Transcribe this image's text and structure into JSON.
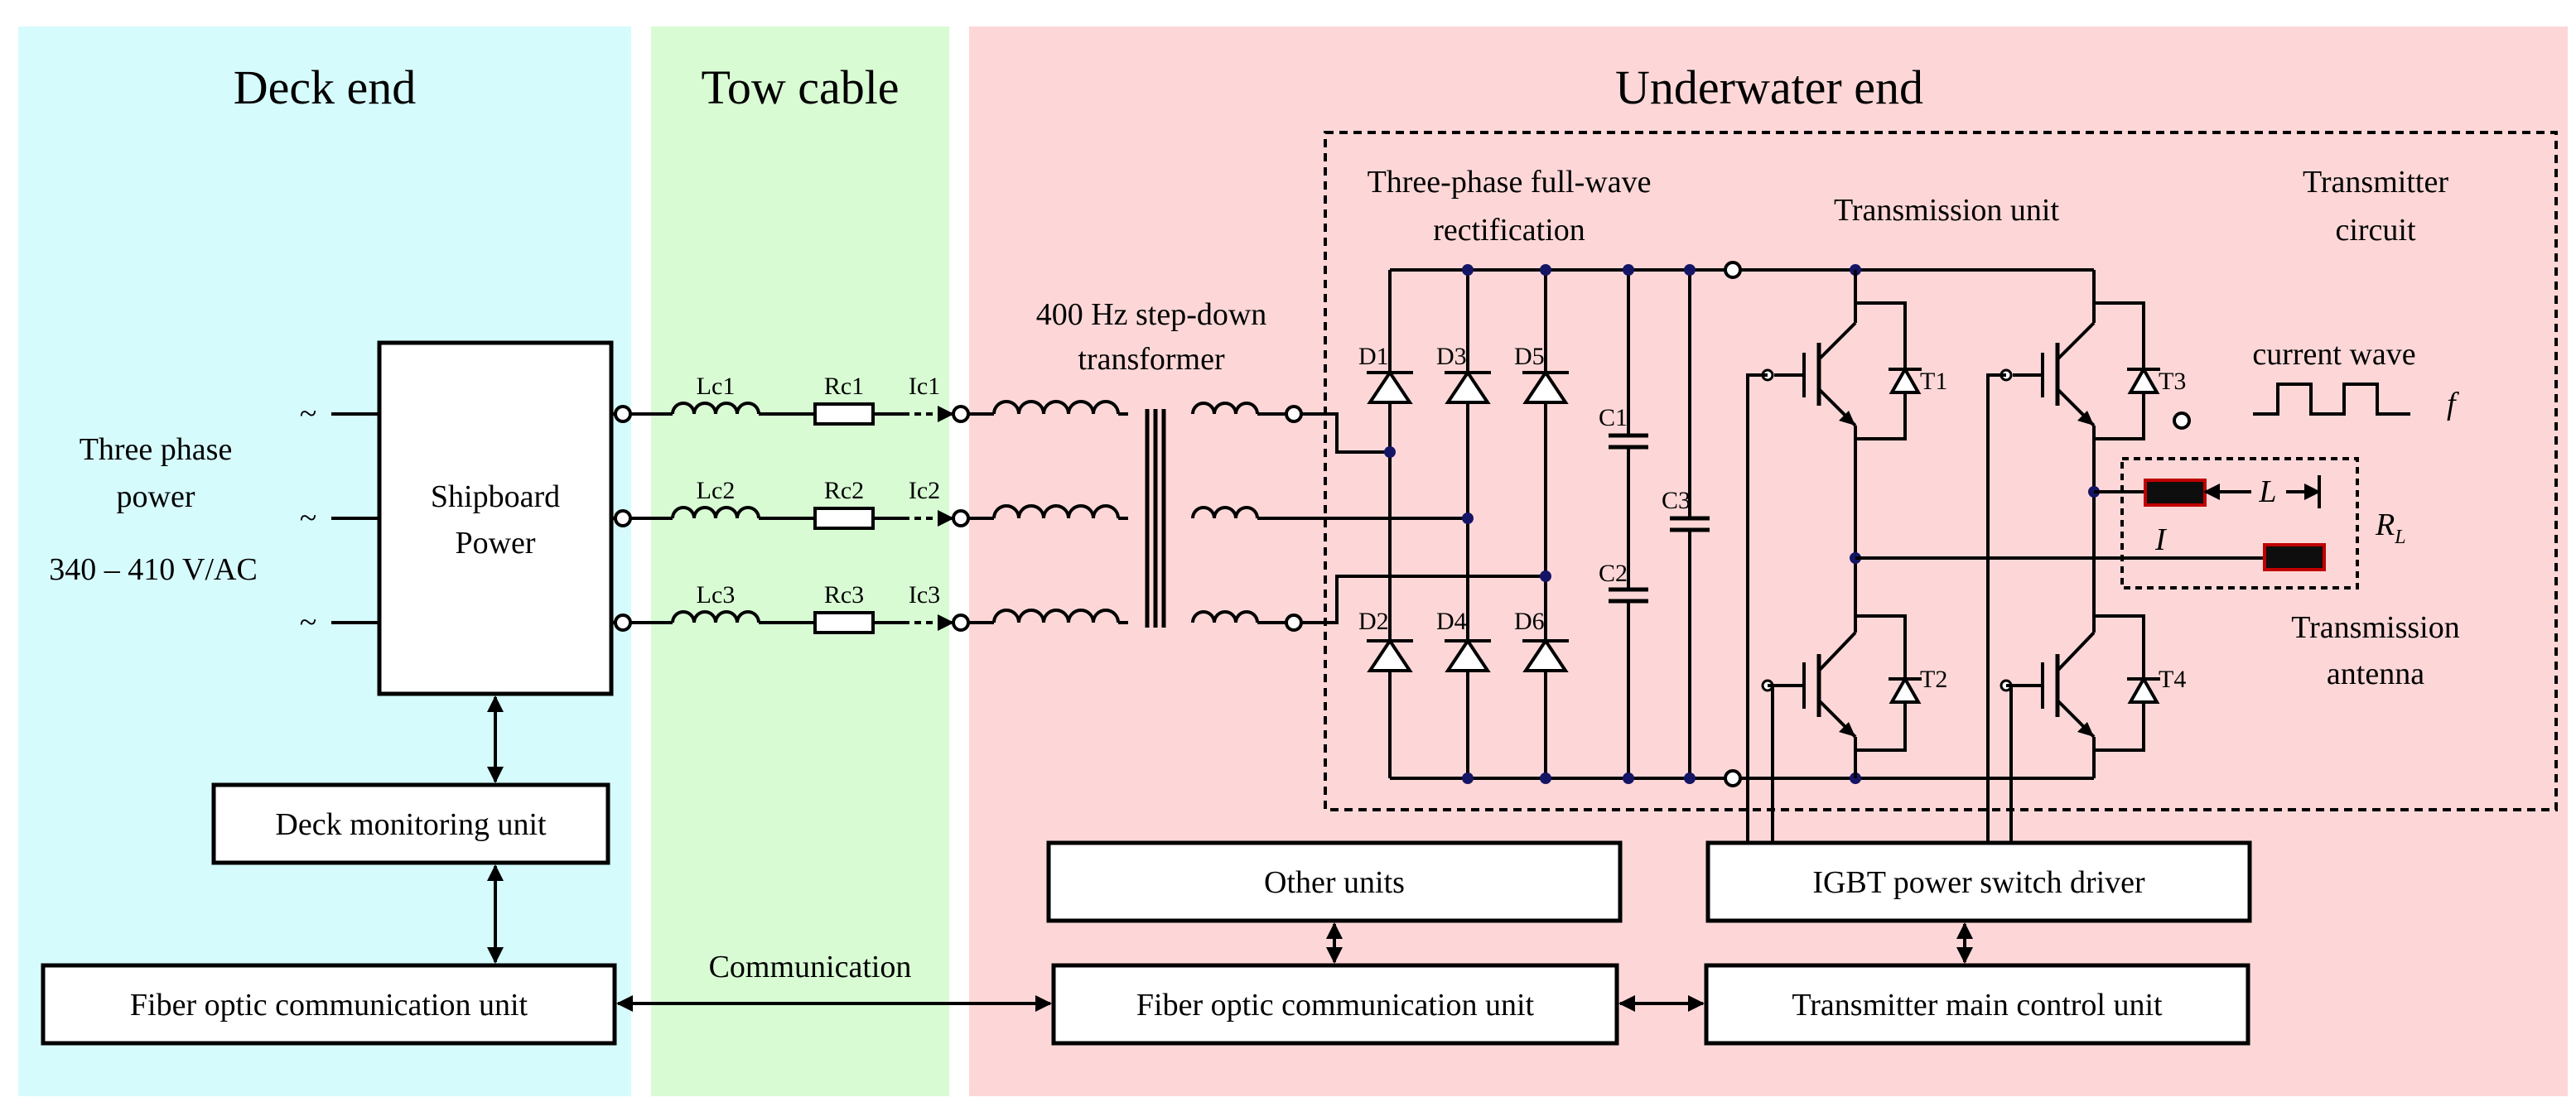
{
  "sections": {
    "deck": {
      "title": "Deck end",
      "color": "#d6fbfd"
    },
    "cable": {
      "title": "Tow cable",
      "color": "#d8fbd4"
    },
    "underwater": {
      "title": "Underwater end",
      "color": "#fdd7d7"
    }
  },
  "deck": {
    "power_label_line1": "Three phase",
    "power_label_line2": "power",
    "voltage": "340 – 410 V/AC",
    "tilde": "~",
    "shipboard_line1": "Shipboard",
    "shipboard_line2": "Power",
    "monitoring": "Deck monitoring unit",
    "fiber": "Fiber optic communication unit"
  },
  "cable": {
    "inductors": [
      "Lc1",
      "Lc2",
      "Lc3"
    ],
    "resistors": [
      "Rc1",
      "Rc2",
      "Rc3"
    ],
    "currents": [
      "Ic1",
      "Ic2",
      "Ic3"
    ],
    "communication": "Communication"
  },
  "underwater": {
    "transformer_line1": "400 Hz step-down",
    "transformer_line2": "transformer",
    "rectifier_line1": "Three-phase full-wave",
    "rectifier_line2": "rectification",
    "transmission_unit": "Transmission unit",
    "transmitter_line1": "Transmitter",
    "transmitter_line2": "circuit",
    "diodes_top": [
      "D1",
      "D3",
      "D5"
    ],
    "diodes_bottom": [
      "D2",
      "D4",
      "D6"
    ],
    "caps": [
      "C1",
      "C2",
      "C3"
    ],
    "igbts": [
      "T1",
      "T2",
      "T3",
      "T4"
    ],
    "current_wave": "current wave",
    "f": "f",
    "L": "L",
    "I": "I",
    "RL": "R",
    "RL_sub": "L",
    "antenna_line1": "Transmission",
    "antenna_line2": "antenna",
    "other_units": "Other units",
    "igbt_driver": "IGBT power switch driver",
    "fiber": "Fiber optic communication unit",
    "main_control": "Transmitter main control unit"
  }
}
